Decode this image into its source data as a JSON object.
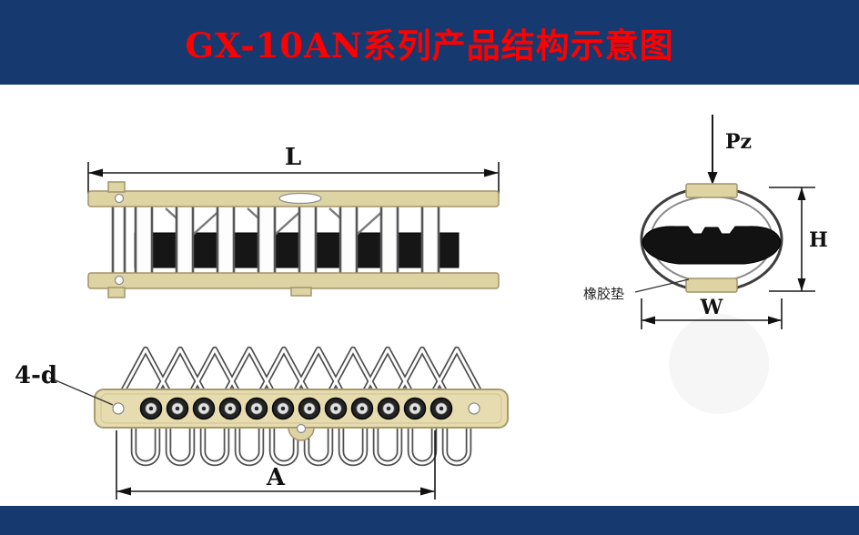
{
  "header": {
    "title": "GX-10AN系列产品结构示意图"
  },
  "diagram": {
    "dims": {
      "L": "L",
      "Pz": "Pz",
      "H": "H",
      "W": "W",
      "A": "A",
      "four_d": "4-d"
    },
    "annotations": {
      "rubber_pad": "橡胶垫"
    }
  },
  "colors": {
    "banner_navy": "#163a70",
    "title_red": "#ff0000",
    "pad_tan": "#ddd3a3",
    "rope_dark": "#161616"
  }
}
